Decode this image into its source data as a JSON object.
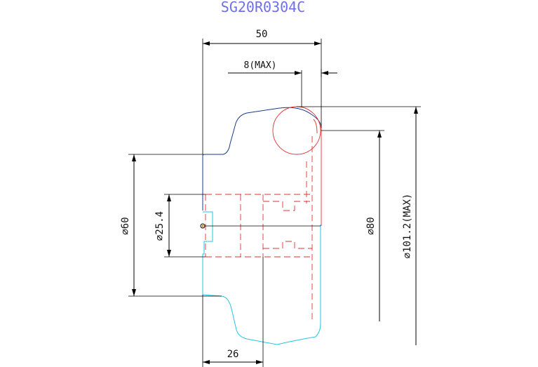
{
  "drawing": {
    "title": "SG20R0304C",
    "colors": {
      "title": "#6f6fe8",
      "outline_upper": "#1a3a8a",
      "outline_lower": "#22c6df",
      "hidden_lines": "#e03030",
      "dimensions": "#000000"
    },
    "dimensions": {
      "overall_width": "50",
      "flange_offset": "8(MAX)",
      "hub_width": "26",
      "diameter_60": "⌀60",
      "bore": "⌀25.4",
      "diameter_80": "⌀80",
      "outer_diameter": "⌀101.2(MAX)"
    }
  }
}
